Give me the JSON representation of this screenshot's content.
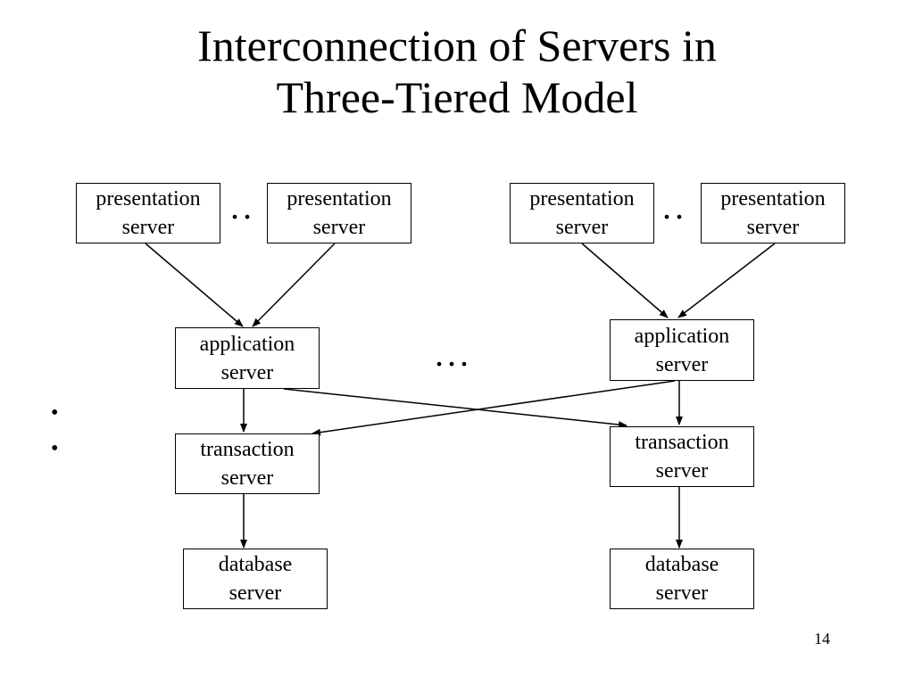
{
  "slide": {
    "title_line1": "Interconnection of Servers in",
    "title_line2": "Three-Tiered Model",
    "page_number": "14"
  },
  "diagram": {
    "left": {
      "presentation_a": [
        "presentation",
        "server"
      ],
      "presentation_b": [
        "presentation",
        "server"
      ],
      "application": [
        "application",
        "server"
      ],
      "transaction": [
        "transaction",
        "server"
      ],
      "database": [
        "database",
        "server"
      ]
    },
    "right": {
      "presentation_a": [
        "presentation",
        "server"
      ],
      "presentation_b": [
        "presentation",
        "server"
      ],
      "application": [
        "application",
        "server"
      ],
      "transaction": [
        "transaction",
        "server"
      ],
      "database": [
        "database",
        "server"
      ]
    },
    "ellipsis_pair": "..",
    "ellipsis_triple": "...",
    "bullets": [
      "•",
      "•"
    ]
  }
}
